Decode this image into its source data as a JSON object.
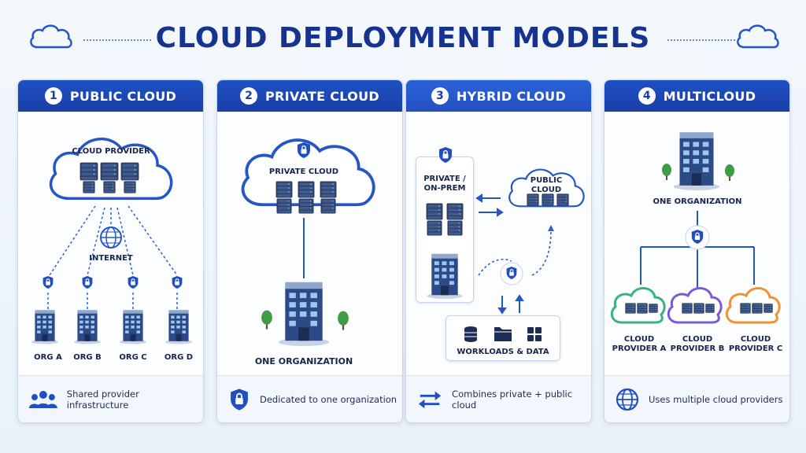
{
  "title": "CLOUD DEPLOYMENT MODELS",
  "colors": {
    "brand": "#1a3fa6",
    "accent": "#2a5fd6",
    "provider_a": "#3bb27c",
    "provider_b": "#7b5bd0",
    "provider_c": "#f0913a"
  },
  "panels": [
    {
      "number": "1",
      "title": "PUBLIC CLOUD",
      "cloud_label": "CLOUD PROVIDER",
      "internet_label": "INTERNET",
      "orgs": [
        "ORG A",
        "ORG B",
        "ORG C",
        "ORG D"
      ],
      "footer_icon": "users-icon",
      "footer": "Shared provider infrastructure"
    },
    {
      "number": "2",
      "title": "PRIVATE CLOUD",
      "cloud_label": "PRIVATE CLOUD",
      "org_label": "ONE ORGANIZATION",
      "footer_icon": "shield-lock-icon",
      "footer": "Dedicated to one organization"
    },
    {
      "number": "3",
      "title": "HYBRID CLOUD",
      "onprem_label_1": "PRIVATE /",
      "onprem_label_2": "ON-PREM",
      "public_label_1": "PUBLIC",
      "public_label_2": "CLOUD",
      "workloads_label": "WORKLOADS & DATA",
      "footer_icon": "swap-arrows-icon",
      "footer": "Combines private + public cloud"
    },
    {
      "number": "4",
      "title": "MULTICLOUD",
      "org_label": "ONE ORGANIZATION",
      "providers": [
        {
          "line1": "CLOUD",
          "line2": "PROVIDER A"
        },
        {
          "line1": "CLOUD",
          "line2": "PROVIDER B"
        },
        {
          "line1": "CLOUD",
          "line2": "PROVIDER C"
        }
      ],
      "footer_icon": "globe-icon",
      "footer": "Uses multiple cloud providers"
    }
  ]
}
